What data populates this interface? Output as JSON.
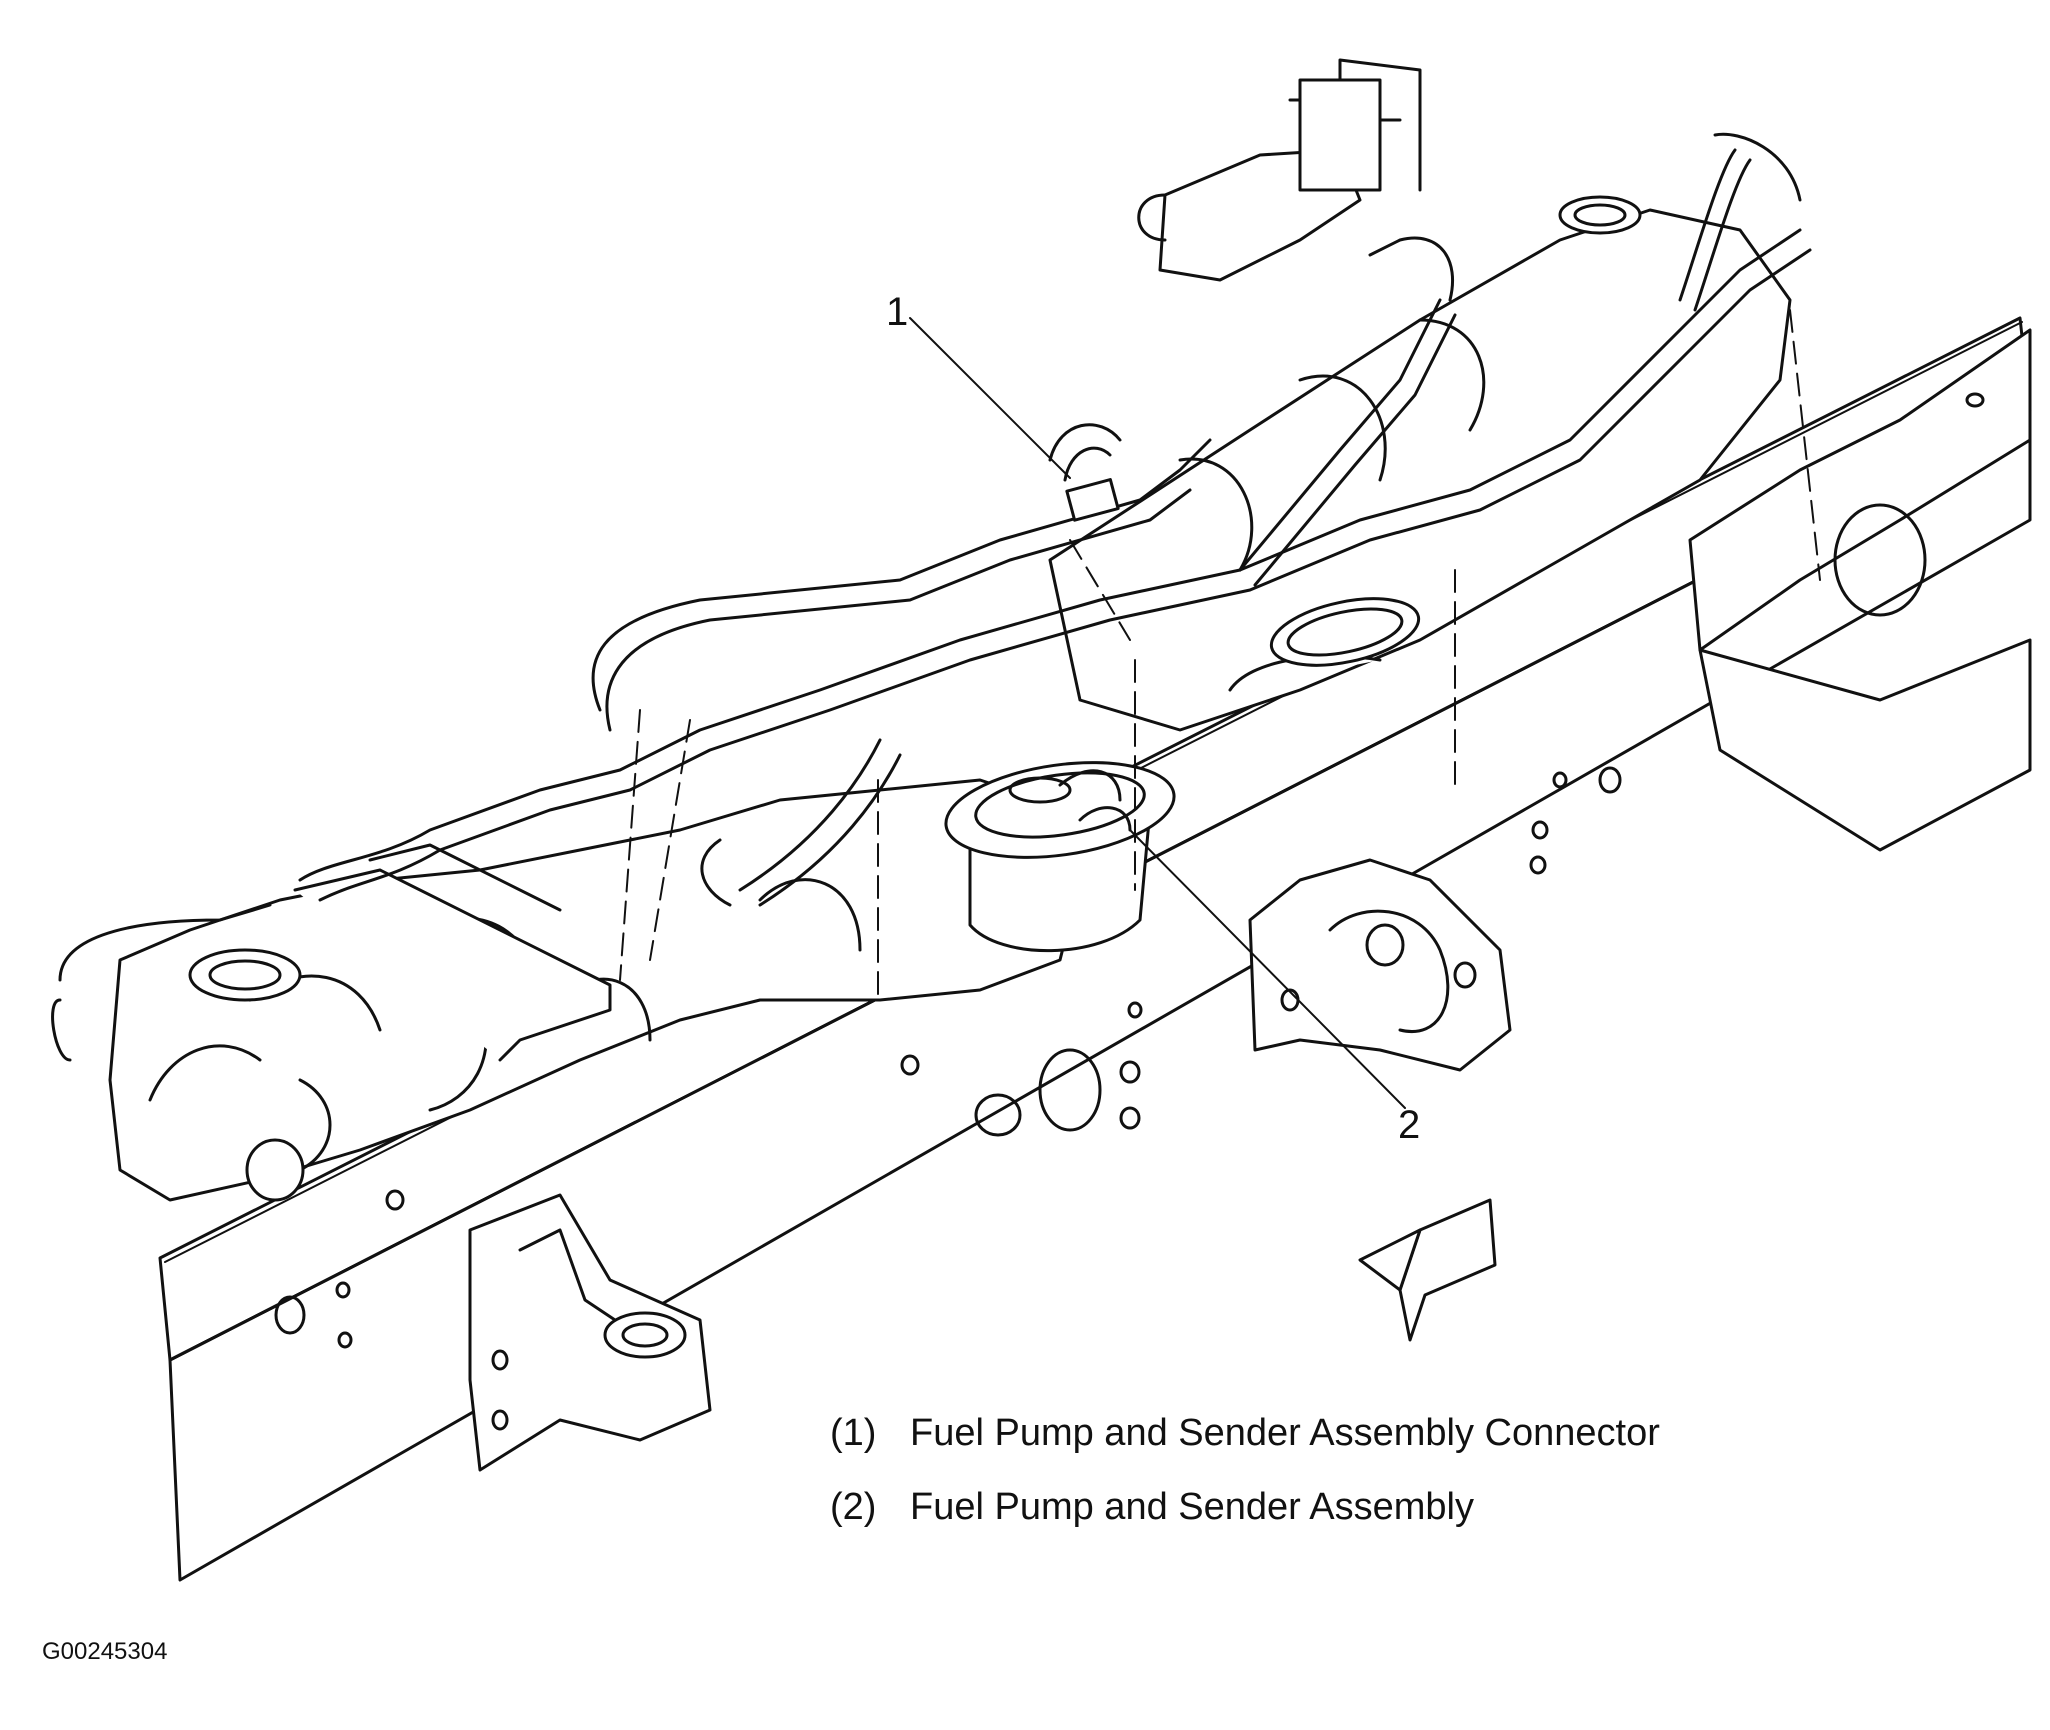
{
  "callouts": [
    {
      "number": "1",
      "label": "Fuel Pump and Sender Assembly Connector",
      "legend_number": "(1)"
    },
    {
      "number": "2",
      "label": "Fuel Pump and Sender Assembly",
      "legend_number": "(2)"
    }
  ],
  "figure_id": "G00245304",
  "ink_color": "#111111",
  "background_color": "#ffffff"
}
